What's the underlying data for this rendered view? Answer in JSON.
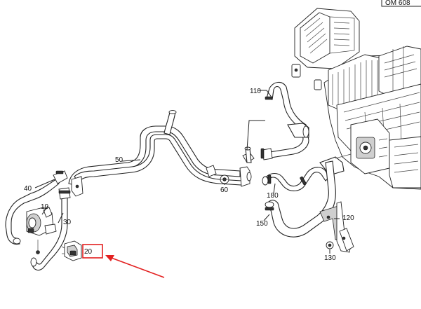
{
  "diagram_code": "OM 608",
  "callouts": {
    "c10": "10",
    "c20": "20",
    "c30": "30",
    "c40": "40",
    "c50": "50",
    "c60": "60",
    "c110": "110",
    "c120": "120",
    "c130": "130",
    "c150": "150",
    "c180": "180"
  },
  "colors": {
    "highlight": "#e32020",
    "arrow": "#e32020",
    "ink": "#222222"
  }
}
